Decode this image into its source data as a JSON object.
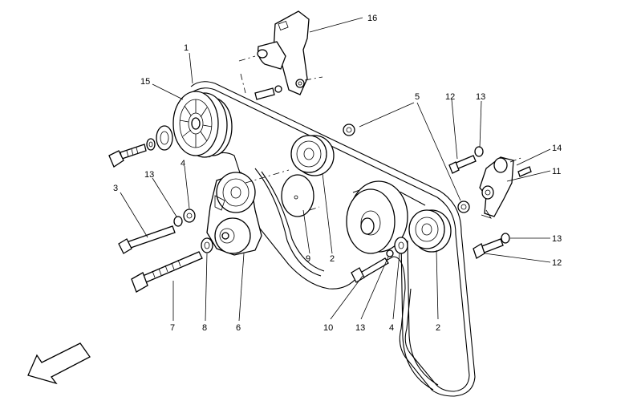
{
  "diagram": {
    "labels": [
      {
        "id": "l1",
        "text": "1"
      },
      {
        "id": "l2a",
        "text": "2"
      },
      {
        "id": "l2b",
        "text": "2"
      },
      {
        "id": "l3",
        "text": "3"
      },
      {
        "id": "l4a",
        "text": "4"
      },
      {
        "id": "l4b",
        "text": "4"
      },
      {
        "id": "l5",
        "text": "5"
      },
      {
        "id": "l6",
        "text": "6"
      },
      {
        "id": "l7",
        "text": "7"
      },
      {
        "id": "l8",
        "text": "8"
      },
      {
        "id": "l9",
        "text": "9"
      },
      {
        "id": "l10",
        "text": "10"
      },
      {
        "id": "l11",
        "text": "11"
      },
      {
        "id": "l12a",
        "text": "12"
      },
      {
        "id": "l12b",
        "text": "12"
      },
      {
        "id": "l13a",
        "text": "13"
      },
      {
        "id": "l13b",
        "text": "13"
      },
      {
        "id": "l13c",
        "text": "13"
      },
      {
        "id": "l13d",
        "text": "13"
      },
      {
        "id": "l14",
        "text": "14"
      },
      {
        "id": "l15",
        "text": "15"
      },
      {
        "id": "l16",
        "text": "16"
      }
    ],
    "direction_arrow_icon": "front-direction-arrow-icon",
    "colors": {
      "line": "#000000",
      "background": "#ffffff"
    }
  }
}
